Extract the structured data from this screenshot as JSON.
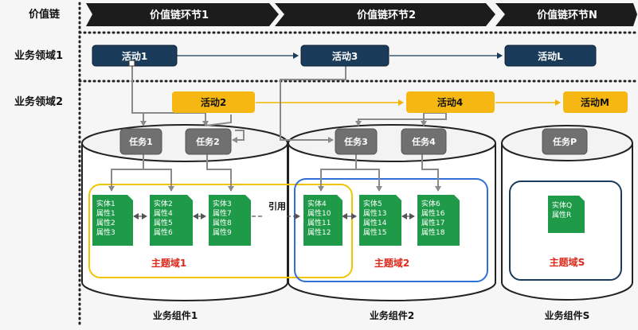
{
  "row_labels": {
    "value_chain": "价值链",
    "domain1": "业务领域1",
    "domain2": "业务领域2"
  },
  "value_chain": [
    "价值链环节1",
    "价值链环节2",
    "价值链环节N"
  ],
  "domain1_activities": [
    "活动1",
    "活动3",
    "活动L"
  ],
  "domain2_activities": [
    "活动2",
    "活动4",
    "活动M"
  ],
  "tasks": [
    "任务1",
    "任务2",
    "任务3",
    "任务4",
    "任务P"
  ],
  "entities": [
    [
      "实体1",
      "属性1",
      "属性2",
      "属性3"
    ],
    [
      "实体2",
      "属性4",
      "属性5",
      "属性6"
    ],
    [
      "实体3",
      "属性7",
      "属性8",
      "属性9"
    ],
    [
      "实体4",
      "属性10",
      "属性11",
      "属性12"
    ],
    [
      "实体5",
      "属性13",
      "属性14",
      "属性15"
    ],
    [
      "实体6",
      "属性16",
      "属性17",
      "属性18"
    ],
    [
      "实体Q",
      "属性R"
    ]
  ],
  "reference_label": "引用",
  "subject_domains": [
    "主题域1",
    "主题域2",
    "主题域S"
  ],
  "components": [
    "业务组件1",
    "业务组件2",
    "业务组件S"
  ],
  "colors": {
    "chevron": "#1c1c1c",
    "activity_blue": "#1b3b5a",
    "activity_yellow": "#f7b712",
    "task_gray": "#707070",
    "entity_green": "#1e9a48",
    "domain_red": "#e0281a",
    "frame_yellow": "#f2c500",
    "frame_blue": "#2f6fd6",
    "frame_navy": "#1b3b5a",
    "arrow_gray": "#8a8a8a"
  }
}
